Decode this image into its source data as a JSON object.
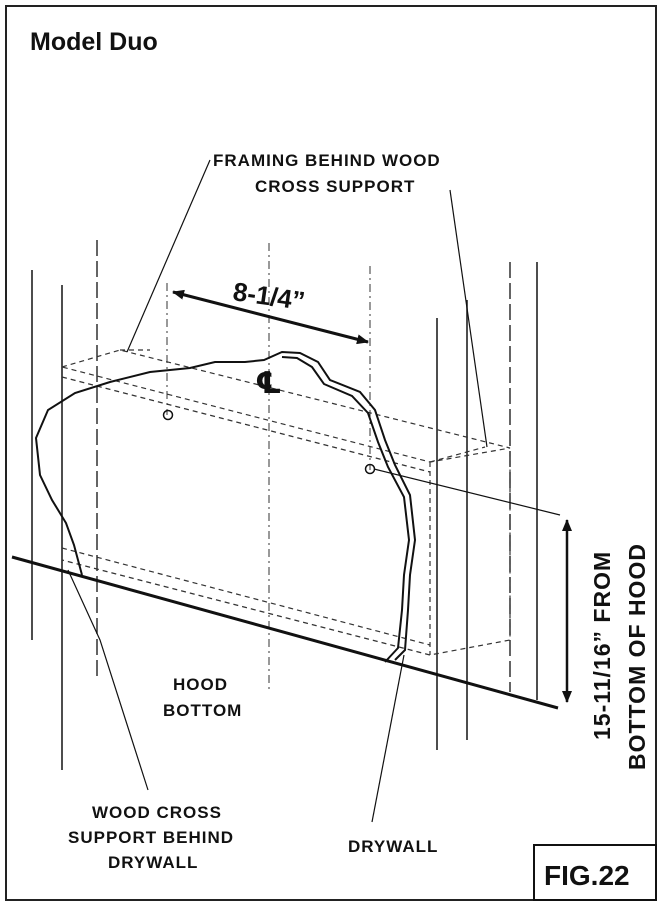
{
  "title": "Model Duo",
  "labels": {
    "framing_line1": "FRAMING BEHIND WOOD",
    "framing_line2": "CROSS SUPPORT",
    "width_dim": "8-1/4”",
    "centerline": "℄",
    "height_dim_line1": "15-11/16” FROM",
    "height_dim_line2": "BOTTOM OF HOOD",
    "hood_bottom_line1": "HOOD",
    "hood_bottom_line2": "BOTTOM",
    "wood_line1": "WOOD CROSS",
    "wood_line2": "SUPPORT BEHIND",
    "wood_line3": "DRYWALL",
    "drywall": "DRYWALL",
    "figure": "FIG.22"
  }
}
